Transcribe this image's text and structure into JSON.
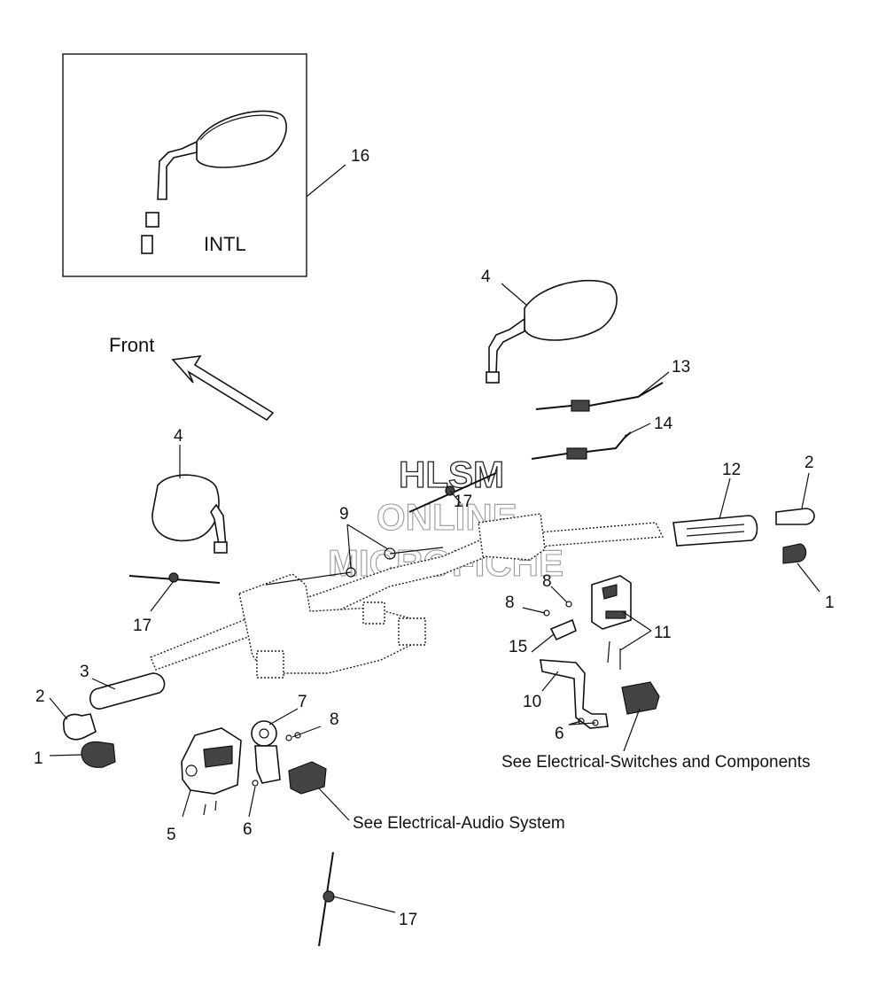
{
  "watermark": {
    "line1": "HLSM",
    "line2": "ONLINE",
    "line3": "MICROFICHE"
  },
  "inset_label": "INTL",
  "front_label": "Front",
  "callouts": {
    "c16": "16",
    "c4a": "4",
    "c13": "13",
    "c14": "14",
    "c4b": "4",
    "c12": "12",
    "c2a": "2",
    "c1a": "1",
    "c9": "9",
    "c17a": "17",
    "c17b": "17",
    "c8a": "8",
    "c8b": "8",
    "c11": "11",
    "c15": "15",
    "c10": "10",
    "c6a": "6",
    "c3": "3",
    "c2b": "2",
    "c1b": "1",
    "c7": "7",
    "c8c": "8",
    "c5": "5",
    "c6b": "6",
    "c17c": "17"
  },
  "notes": {
    "switches": "See Electrical-Switches and Components",
    "audio": "See Electrical-Audio System"
  }
}
